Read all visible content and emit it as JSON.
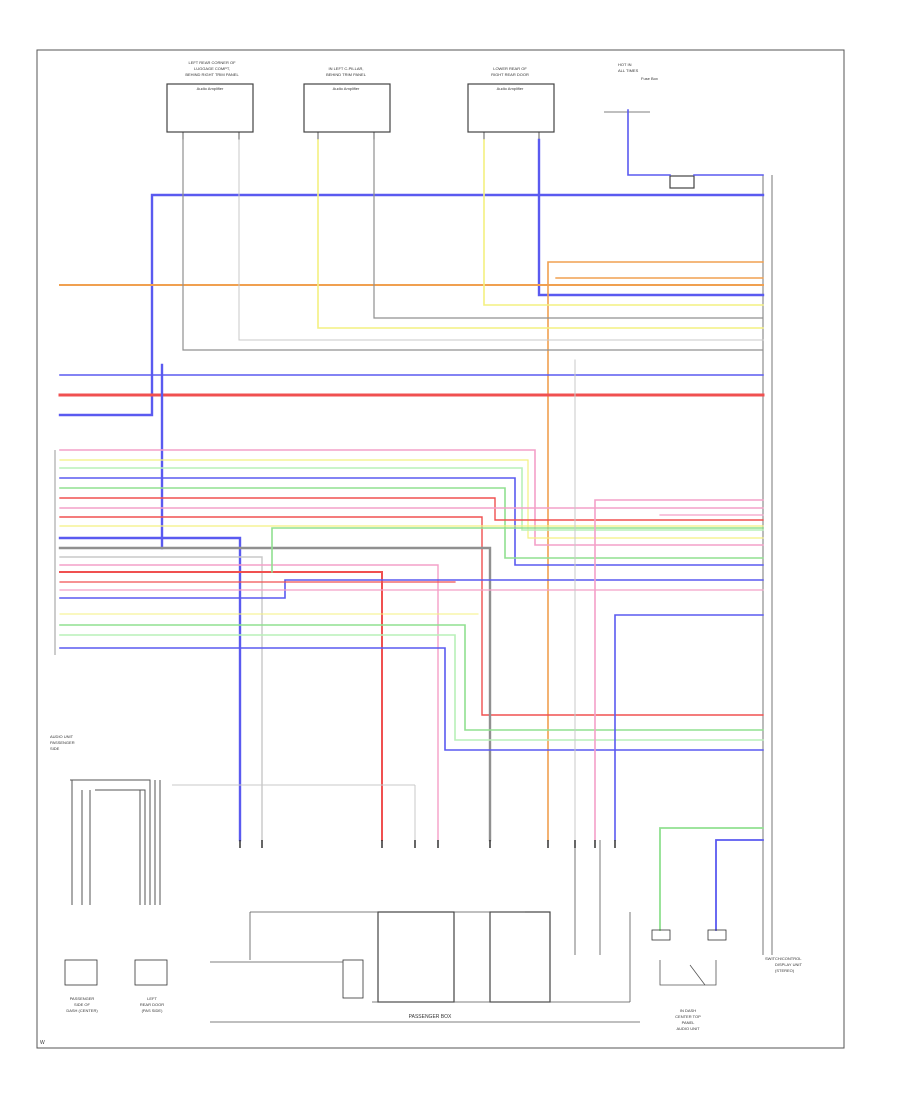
{
  "diagram": {
    "footer_code": "W",
    "bottom_caption": "PASSENGER BOX",
    "colors": {
      "blu": "#5a5af0",
      "ora": "#f0a050",
      "red": "#f05050",
      "pnk": "#f4a0c8",
      "grn": "#90e090",
      "ltgrn": "#b8f0b8",
      "yel": "#f4f080",
      "gry": "#909090",
      "ltgry": "#c8c8c8"
    }
  },
  "components": {
    "top1": {
      "lines": [
        "LEFT REAR CORNER OF",
        "LUGGAGE COMPT,",
        "BEHIND RIGHT TRIM PANEL"
      ],
      "name": "Audio Amplifier"
    },
    "top2": {
      "lines": [
        "IN LEFT C-PILLAR,",
        "BEHIND TRIM PANEL"
      ],
      "name": "Audio Amplifier"
    },
    "top3": {
      "lines": [
        "LOWER REAR OF",
        "RIGHT REAR DOOR"
      ],
      "name": "Audio Amplifier"
    },
    "top4": {
      "lines": [
        "HOT IN",
        "ALL TIMES"
      ],
      "name": "Fuse Box"
    },
    "bottom_left_1": {
      "lines": [
        "PASSENGER",
        "SIDE OF",
        "DASH (CENTER)"
      ]
    },
    "bottom_left_2": {
      "lines": [
        "LEFT",
        "REAR DOOR",
        "(PAS SIDE)"
      ]
    },
    "bottom_right": {
      "lines": [
        "IN DASH",
        "CENTER TOP",
        "PANEL",
        "AUDIO UNIT"
      ]
    },
    "right_block": {
      "lines": [
        "SWITCH/CONTROL",
        "DISPLAY UNIT",
        "(STEREO)"
      ]
    },
    "left_top_note": {
      "lines": [
        "AUDIO UNIT",
        "PASSENGER",
        "SIDE"
      ]
    }
  }
}
